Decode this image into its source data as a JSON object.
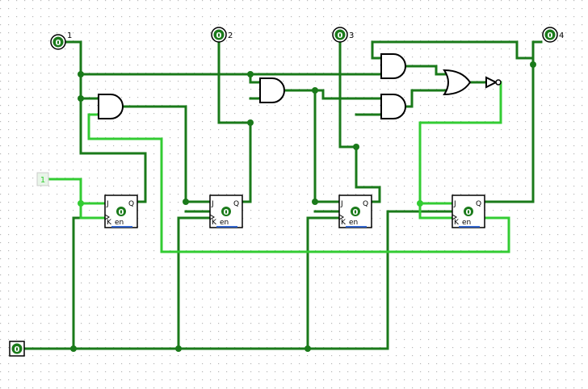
{
  "colors": {
    "wire_low": "#1a7a1a",
    "wire_high": "#33cc33",
    "grid_dot": "#b8b8b8",
    "component_outline": "#000000"
  },
  "clock_input": {
    "value": "0"
  },
  "const_input": {
    "value": "1"
  },
  "outputs": [
    {
      "value": "0",
      "label": "1"
    },
    {
      "value": "0",
      "label": "2"
    },
    {
      "value": "0",
      "label": "3"
    },
    {
      "value": "0",
      "label": "4"
    }
  ],
  "flipflops": [
    {
      "j": "J",
      "q": "Q",
      "k": "K",
      "en": "en",
      "state": "0"
    },
    {
      "j": "J",
      "q": "Q",
      "k": "K",
      "en": "en",
      "state": "0"
    },
    {
      "j": "J",
      "q": "Q",
      "k": "K",
      "en": "en",
      "state": "0"
    },
    {
      "j": "J",
      "q": "Q",
      "k": "K",
      "en": "en",
      "state": "0"
    }
  ],
  "gates": {
    "and": [
      "and-gate",
      "and-gate",
      "and-gate",
      "and-gate"
    ],
    "or": "or-gate",
    "not": "not-gate"
  }
}
